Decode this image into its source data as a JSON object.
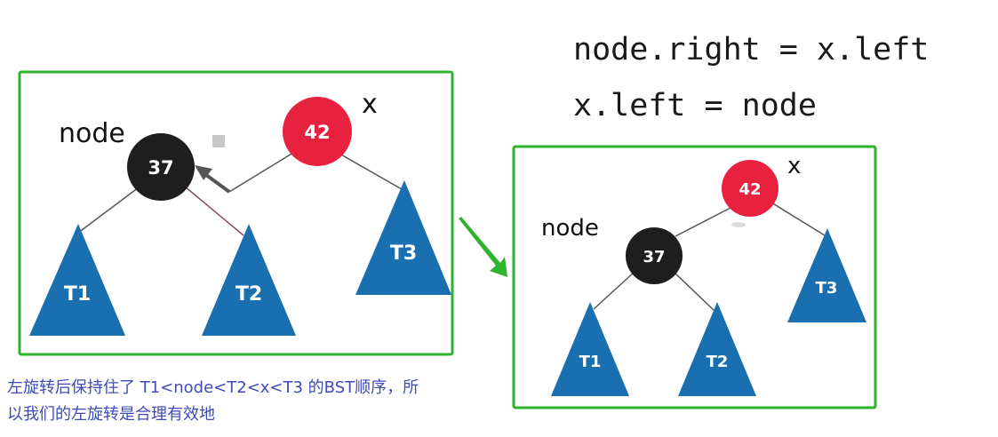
{
  "code": {
    "line1": "node.right = x.left",
    "line2": "x.left = node"
  },
  "left_diagram": {
    "node_label": "node",
    "x_label": "x",
    "node_value": "37",
    "x_value": "42",
    "subtrees": [
      "T1",
      "T2",
      "T3"
    ]
  },
  "right_diagram": {
    "node_label": "node",
    "x_label": "x",
    "node_value": "37",
    "x_value": "42",
    "subtrees": [
      "T1",
      "T2",
      "T3"
    ]
  },
  "caption": {
    "line1": "左旋转后保持住了 T1<node<T2<x<T3 的BST顺序，所",
    "line2": "以我们的左旋转是合理有效地"
  },
  "colors": {
    "frame": "#2db32d",
    "black_node": "#1e1e1e",
    "red_node": "#e8213f",
    "triangle": "#1a6fb0",
    "caption": "#3d4ab8"
  }
}
